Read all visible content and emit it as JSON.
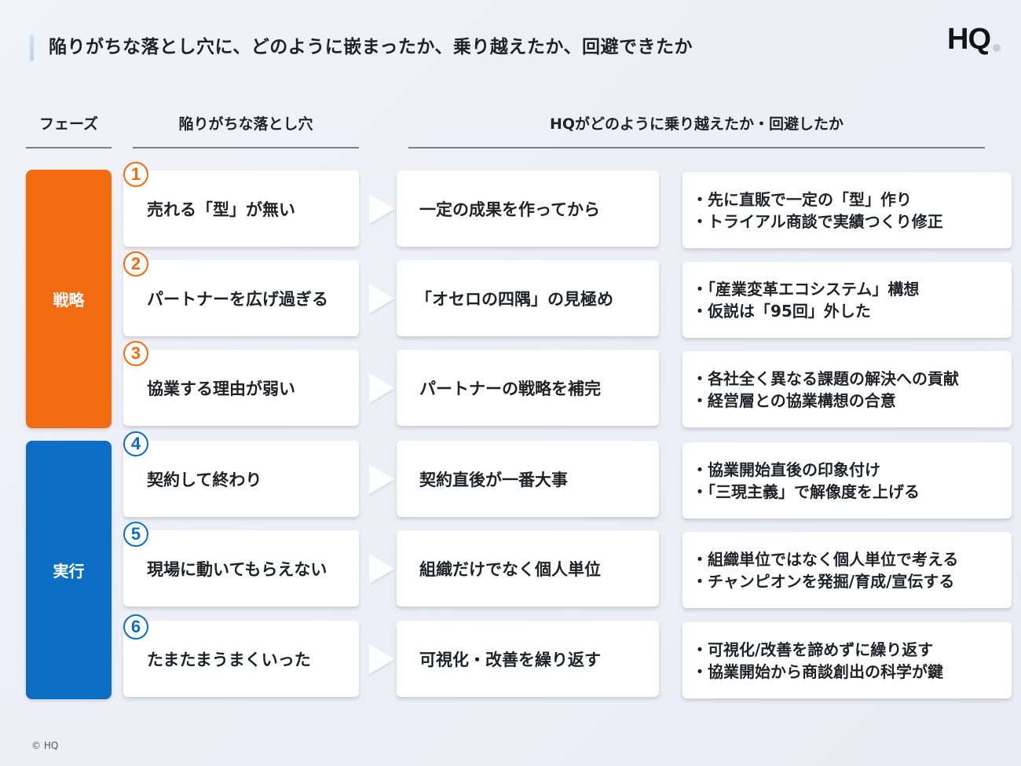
{
  "title": "陥りがちな落とし穴に、どのように嵌まったか、乗り越えたか、回避できたか",
  "logo": "HQ",
  "columns": {
    "phase": "フェーズ",
    "pitfall": "陥りがちな落とし穴",
    "solution": "HQがどのように乗り越えたか・回避したか"
  },
  "phases": [
    {
      "label": "戦略",
      "color": "#f26b10"
    },
    {
      "label": "実行",
      "color": "#0c6ec3"
    }
  ],
  "rows": [
    {
      "num": "1",
      "pitfall": "売れる「型」が無い",
      "solution": "一定の成果を作ってから",
      "details": [
        "・先に直販で一定の「型」作り",
        "・トライアル商談で実績つくり修正"
      ]
    },
    {
      "num": "2",
      "pitfall": "パートナーを広げ過ぎる",
      "solution": "「オセロの四隅」の見極め",
      "details": [
        "・「産業変革エコシステム」構想",
        "・仮説は「95回」外した"
      ]
    },
    {
      "num": "3",
      "pitfall": "協業する理由が弱い",
      "solution": "パートナーの戦略を補完",
      "details": [
        "・各社全く異なる課題の解決への貢献",
        "・経営層との協業構想の合意"
      ]
    },
    {
      "num": "4",
      "pitfall": "契約して終わり",
      "solution": "契約直後が一番大事",
      "details": [
        "・協業開始直後の印象付け",
        "・「三現主義」で解像度を上げる"
      ]
    },
    {
      "num": "5",
      "pitfall": "現場に動いてもらえない",
      "solution": "組織だけでなく個人単位",
      "details": [
        "・組織単位ではなく個人単位で考える",
        "・チャンピオンを発掘/育成/宣伝する"
      ]
    },
    {
      "num": "6",
      "pitfall": "たまたまうまくいった",
      "solution": "可視化・改善を繰り返す",
      "details": [
        "・可視化/改善を諦めずに繰り返す",
        "・協業開始から商談創出の科学が鍵"
      ]
    }
  ],
  "copyright": "© HQ"
}
